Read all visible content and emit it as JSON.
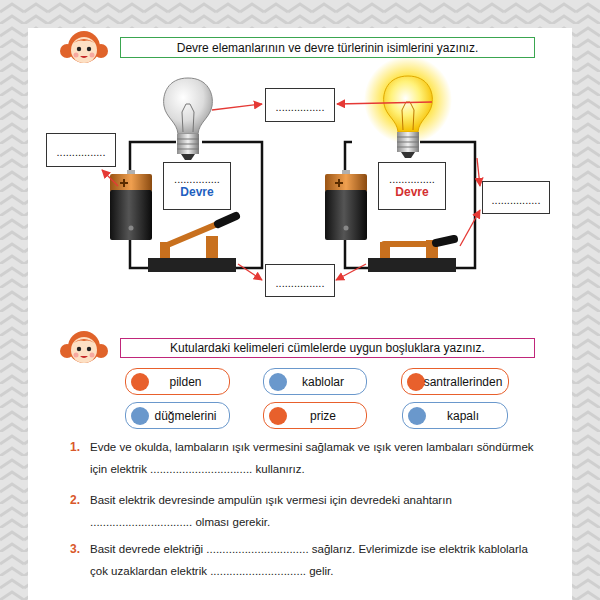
{
  "diagram": {
    "nodes": [
      {
        "text": [
          "Devre elemanlarının ve devre türlerinin isimlerini yazınız."
        ]
      },
      {
        "text": [
          "................"
        ]
      },
      {
        "text": [
          "................"
        ]
      },
      {
        "text": [
          "...............",
          "Devre"
        ]
      },
      {
        "text": [
          "...............",
          "Devre"
        ]
      },
      {
        "text": [
          "................"
        ]
      },
      {
        "text": [
          "................"
        ]
      },
      {
        "text": [
          "Kutulardaki kelimeleri cümlelerde uygun boşluklara yazınız."
        ]
      },
      {
        "text": [
          "pilden"
        ]
      },
      {
        "text": [
          "kablolar"
        ]
      },
      {
        "text": [
          "santrallerinden"
        ]
      },
      {
        "text": [
          "düğmelerini"
        ]
      },
      {
        "text": [
          "prize"
        ]
      },
      {
        "text": [
          "kapalı"
        ]
      }
    ],
    "labels": [
      "1.",
      "Evde ve okulda, lambaların ışık vermesini sağlamak ve ışık veren lambaları söndürmek için elektrik ................................ kullanırız.",
      "2.",
      "Basit elektrik devresinde ampulün ışık vermesi için devredeki anahtarın ................................ olması gerekir.",
      "3.",
      "Basit devrede elektriği ................................ sağlarız. Evlerimizde ise elektrik kablolarla çok uzaklardan elektrik .............................. gelir."
    ]
  }
}
